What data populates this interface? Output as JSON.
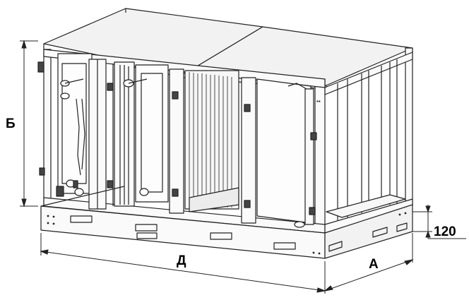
{
  "dimensions": {
    "height_label": "Б",
    "length_label": "Д",
    "width_label": "А",
    "base_height_value": "120"
  },
  "colors": {
    "line": "#222222",
    "panel_fill": "#f2f2f2",
    "dark_fill": "#444444",
    "background": "#ffffff"
  }
}
